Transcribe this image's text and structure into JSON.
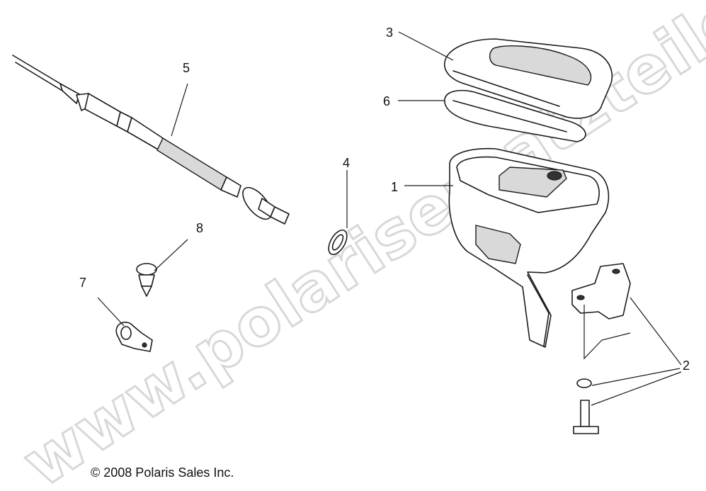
{
  "watermark": "www.polarisersatzteile.de",
  "copyright": "© 2008 Polaris Sales Inc.",
  "callouts": [
    {
      "id": "1",
      "part": "housing"
    },
    {
      "id": "2",
      "part": "clamp-washer-screw"
    },
    {
      "id": "3",
      "part": "cover"
    },
    {
      "id": "4",
      "part": "o-ring"
    },
    {
      "id": "5",
      "part": "throttle-cable"
    },
    {
      "id": "6",
      "part": "gasket"
    },
    {
      "id": "7",
      "part": "cable-clip"
    },
    {
      "id": "8",
      "part": "push-rivet"
    }
  ]
}
